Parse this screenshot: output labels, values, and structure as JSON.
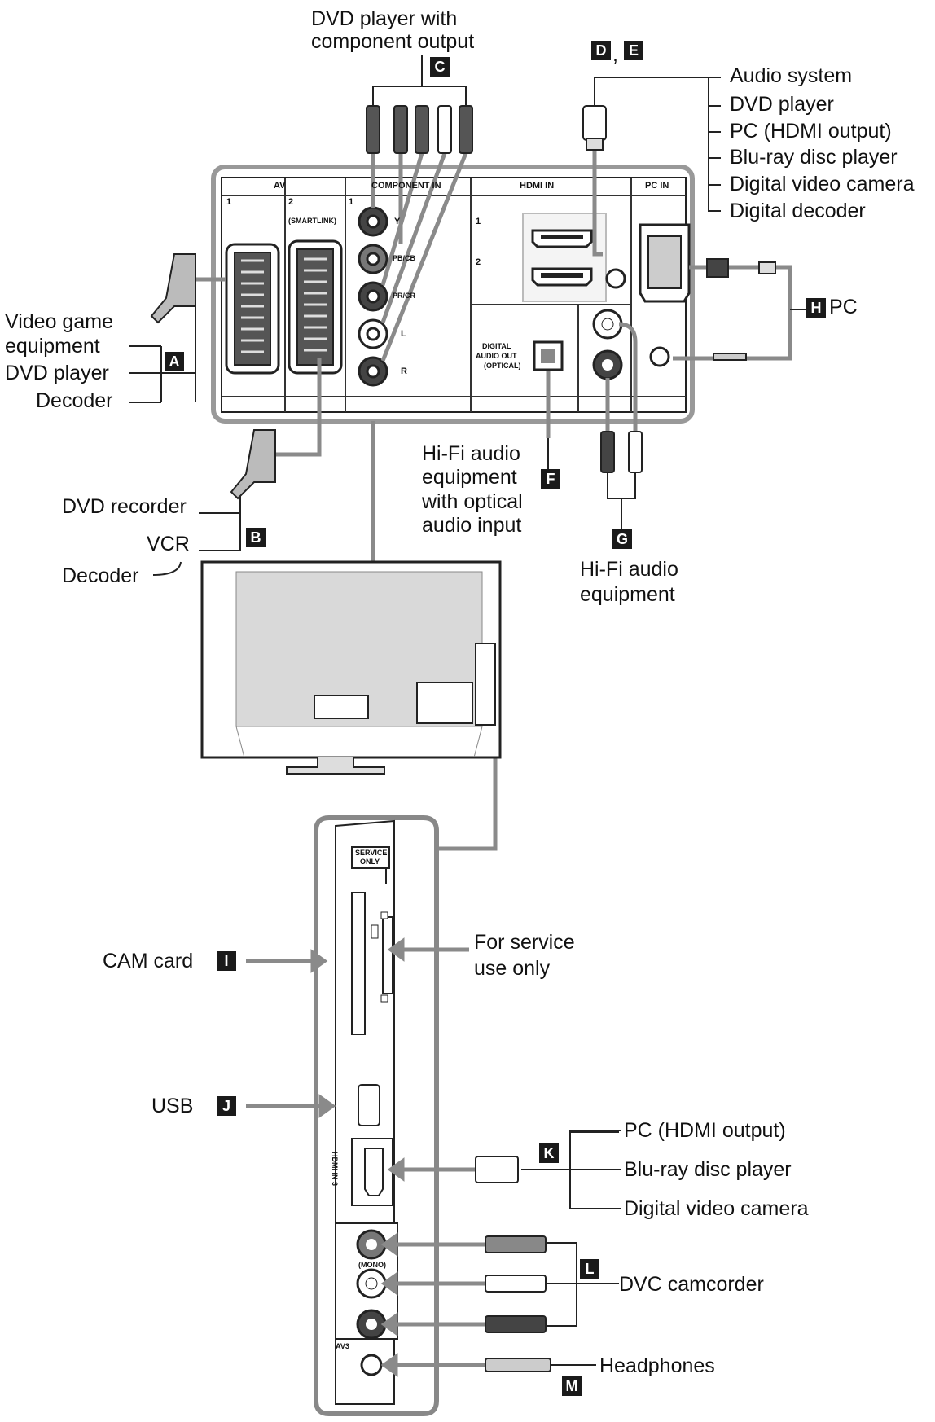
{
  "diagram": {
    "top_source": {
      "line1": "DVD player with",
      "line2": "component output"
    },
    "badges": {
      "a": "A",
      "b": "B",
      "c": "C",
      "d": "D",
      "comma": ",",
      "e": "E",
      "f": "F",
      "g": "G",
      "h": "H",
      "i": "I",
      "j": "J",
      "k": "K",
      "l": "L",
      "m": "M"
    },
    "hdmi_devices": [
      "Audio system",
      "DVD player",
      "PC (HDMI output)",
      "Blu-ray disc player",
      "Digital video camera",
      "Digital decoder"
    ],
    "av1_devices": {
      "line1": "Video game",
      "line2": "equipment",
      "line3": "DVD player",
      "line4": "Decoder"
    },
    "av2_devices": [
      "DVD recorder",
      "VCR",
      "Decoder"
    ],
    "pc_label": "PC",
    "optical_device": [
      "Hi-Fi audio",
      "equipment",
      "with optical",
      "audio input"
    ],
    "audio_device": [
      "Hi-Fi audio",
      "equipment"
    ],
    "side_panel": {
      "cam_card": "CAM card",
      "service": [
        "For service",
        "use only"
      ],
      "usb": "USB",
      "hdmi3_devices": [
        "PC (HDMI output)",
        "Blu-ray disc player",
        "Digital video camera"
      ],
      "dvc": "DVC camcorder",
      "headphones": "Headphones",
      "service_only_tag": [
        "SERVICE",
        "ONLY"
      ],
      "hdmi_in3_tag": "HDMI IN 3",
      "av3_tag": "AV3",
      "mono_tag": "(MONO)"
    },
    "panel": {
      "av": "AV",
      "av1_num": "1",
      "av2_num": "2",
      "smartlink": "(SMARTLINK)",
      "component_in": "COMPONENT IN",
      "component_num": "1",
      "hdmi_in": "HDMI IN",
      "hdmi1_num": "1",
      "hdmi2_num": "2",
      "pc_in": "PC IN",
      "y": "Y",
      "pb": "PB/CB",
      "pr": "PR/CR",
      "l": "L",
      "r": "R",
      "digital_audio_out": [
        "DIGITAL",
        "AUDIO OUT",
        "(OPTICAL)"
      ]
    }
  }
}
